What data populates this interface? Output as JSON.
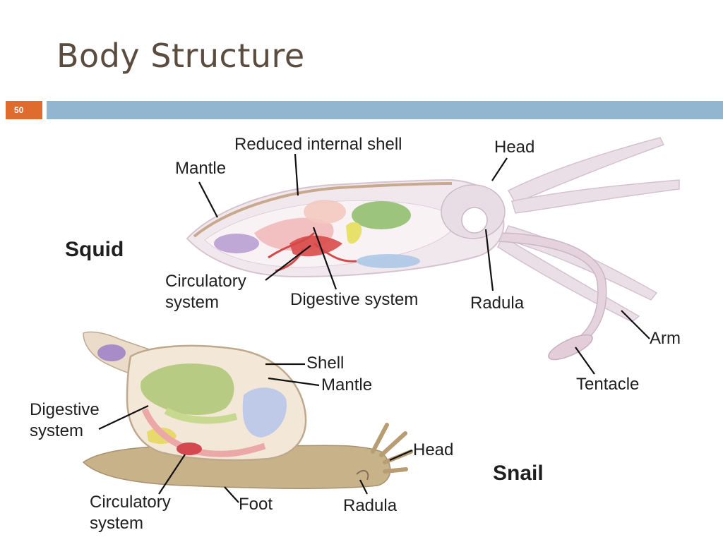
{
  "slide": {
    "title": "Body Structure",
    "page_number": "50",
    "colors": {
      "accent_orange": "#e06b2f",
      "bar_blue": "#93b6d0",
      "title_text": "#5b4c40"
    }
  },
  "diagram": {
    "squid": {
      "name": "Squid",
      "labels": {
        "shell": "Reduced internal shell",
        "head": "Head",
        "mantle": "Mantle",
        "circulatory_1": "Circulatory",
        "circulatory_2": "system",
        "digestive": "Digestive system",
        "radula": "Radula",
        "arm": "Arm",
        "tentacle": "Tentacle"
      }
    },
    "snail": {
      "name": "Snail",
      "labels": {
        "shell": "Shell",
        "mantle": "Mantle",
        "digestive_1": "Digestive",
        "digestive_2": "system",
        "head": "Head",
        "circulatory_1": "Circulatory",
        "circulatory_2": "system",
        "foot": "Foot",
        "radula": "Radula"
      }
    }
  }
}
